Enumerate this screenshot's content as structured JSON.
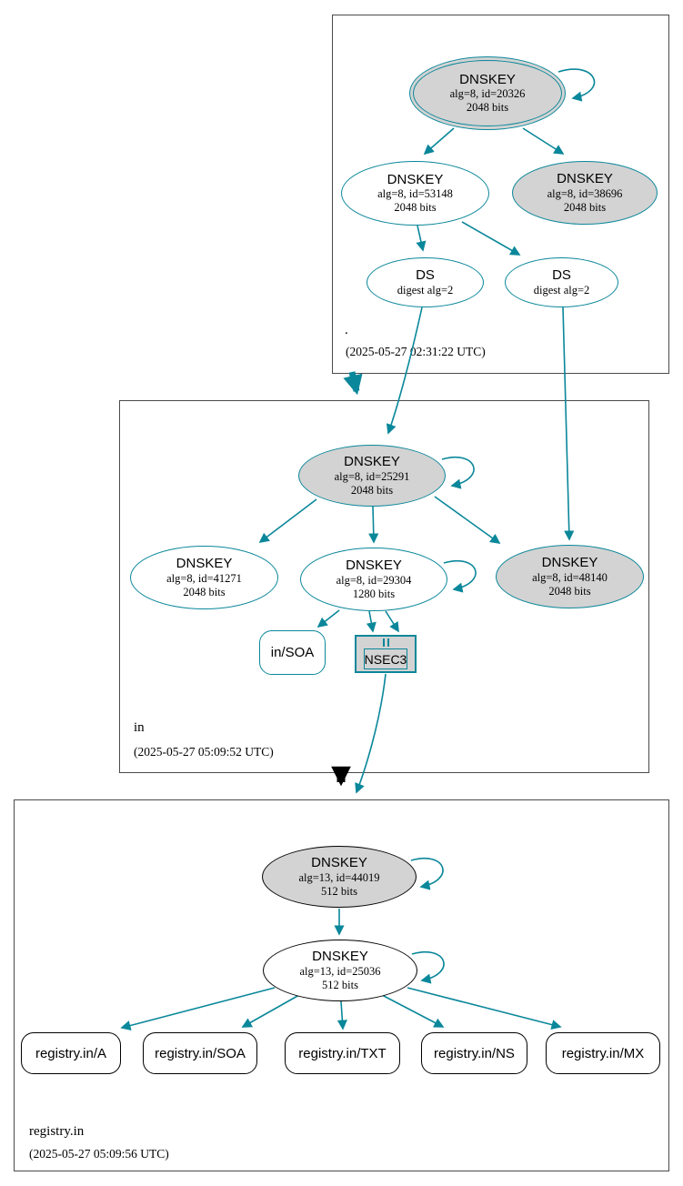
{
  "colors": {
    "secure_teal": "#0a879a",
    "node_gray_fill": "#d3d3d3",
    "zone_border_gray": "#4a4a4a",
    "insecure_black": "#000000"
  },
  "zones": {
    "root": {
      "name": ".",
      "timestamp": "(2025-05-27 02:31:22 UTC)",
      "nodes": {
        "ksk20326": {
          "title": "DNSKEY",
          "line1": "alg=8, id=20326",
          "line2": "2048 bits"
        },
        "key53148": {
          "title": "DNSKEY",
          "line1": "alg=8, id=53148",
          "line2": "2048 bits"
        },
        "key38696": {
          "title": "DNSKEY",
          "line1": "alg=8, id=38696",
          "line2": "2048 bits"
        },
        "ds_left": {
          "title": "DS",
          "line1": "digest alg=2"
        },
        "ds_right": {
          "title": "DS",
          "line1": "digest alg=2"
        }
      }
    },
    "in": {
      "name": "in",
      "timestamp": "(2025-05-27 05:09:52 UTC)",
      "nodes": {
        "ksk25291": {
          "title": "DNSKEY",
          "line1": "alg=8, id=25291",
          "line2": "2048 bits"
        },
        "key41271": {
          "title": "DNSKEY",
          "line1": "alg=8, id=41271",
          "line2": "2048 bits"
        },
        "key29304": {
          "title": "DNSKEY",
          "line1": "alg=8, id=29304",
          "line2": "1280 bits"
        },
        "key48140": {
          "title": "DNSKEY",
          "line1": "alg=8, id=48140",
          "line2": "2048 bits"
        },
        "soa_rrset": {
          "label": "in/SOA"
        },
        "nsec3": {
          "label": "NSEC3"
        }
      }
    },
    "registry": {
      "name": "registry.in",
      "timestamp": "(2025-05-27 05:09:56 UTC)",
      "nodes": {
        "ksk44019": {
          "title": "DNSKEY",
          "line1": "alg=13, id=44019",
          "line2": "512 bits"
        },
        "zsk25036": {
          "title": "DNSKEY",
          "line1": "alg=13, id=25036",
          "line2": "512 bits"
        },
        "rrsets": [
          {
            "label": "registry.in/A"
          },
          {
            "label": "registry.in/SOA"
          },
          {
            "label": "registry.in/TXT"
          },
          {
            "label": "registry.in/NS"
          },
          {
            "label": "registry.in/MX"
          }
        ]
      }
    }
  }
}
